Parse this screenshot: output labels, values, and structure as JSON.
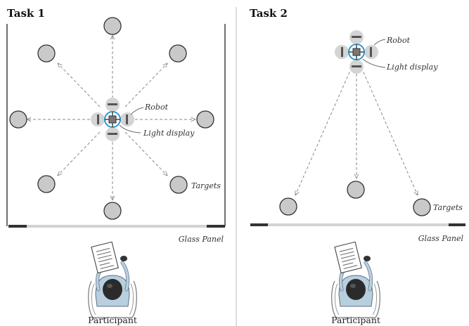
{
  "panels": [
    {
      "title": "Task 1",
      "labels": {
        "robot": "Robot",
        "light": "Light display",
        "targets": "Targets",
        "glass": "Glass Panel",
        "participant": "Participant"
      }
    },
    {
      "title": "Task 2",
      "labels": {
        "robot": "Robot",
        "light": "Light display",
        "targets": "Targets",
        "glass": "Glass Panel",
        "participant": "Participant"
      }
    }
  ],
  "colors": {
    "target_fill": "#c9c9c9",
    "ring_accent": "#1f8fc9",
    "glass_panel": "#d3d3d3",
    "panel_frame": "#333333",
    "arrow": "#8a8a8a"
  },
  "icons": [
    "robot-drone-icon",
    "target-circle-icon",
    "participant-figure-icon",
    "dashed-arrow-icon"
  ]
}
